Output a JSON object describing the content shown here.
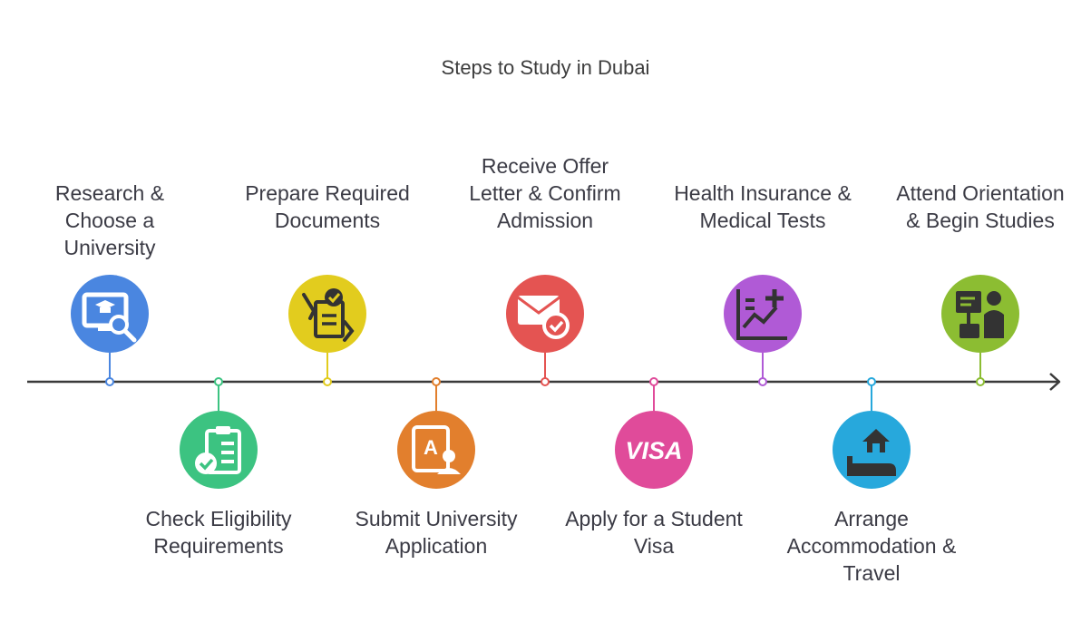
{
  "title": "Steps to Study in Dubai",
  "steps": [
    {
      "label": "Research & Choose a University",
      "icon": "university-search-icon",
      "color": "#4a86e0",
      "position": "above"
    },
    {
      "label": "Check Eligibility Requirements",
      "icon": "clipboard-check-icon",
      "color": "#3cc381",
      "position": "below"
    },
    {
      "label": "Prepare Required Documents",
      "icon": "document-hand-check-icon",
      "color": "#e2cc1e",
      "position": "above"
    },
    {
      "label": "Submit University Application",
      "icon": "application-user-icon",
      "color": "#e27f2d",
      "position": "below"
    },
    {
      "label": "Receive Offer Letter & Confirm Admission",
      "icon": "envelope-check-icon",
      "color": "#e45452",
      "position": "above"
    },
    {
      "label": "Apply for a Student Visa",
      "icon": "visa-icon",
      "color": "#e04b9a",
      "position": "below"
    },
    {
      "label": "Health Insurance & Medical Tests",
      "icon": "medical-chart-icon",
      "color": "#b05ad6",
      "position": "above"
    },
    {
      "label": "Arrange Accommodation & Travel",
      "icon": "house-bed-icon",
      "color": "#27a8dc",
      "position": "below"
    },
    {
      "label": "Attend Orientation & Begin Studies",
      "icon": "presentation-person-icon",
      "color": "#8cbd32",
      "position": "above"
    }
  ]
}
